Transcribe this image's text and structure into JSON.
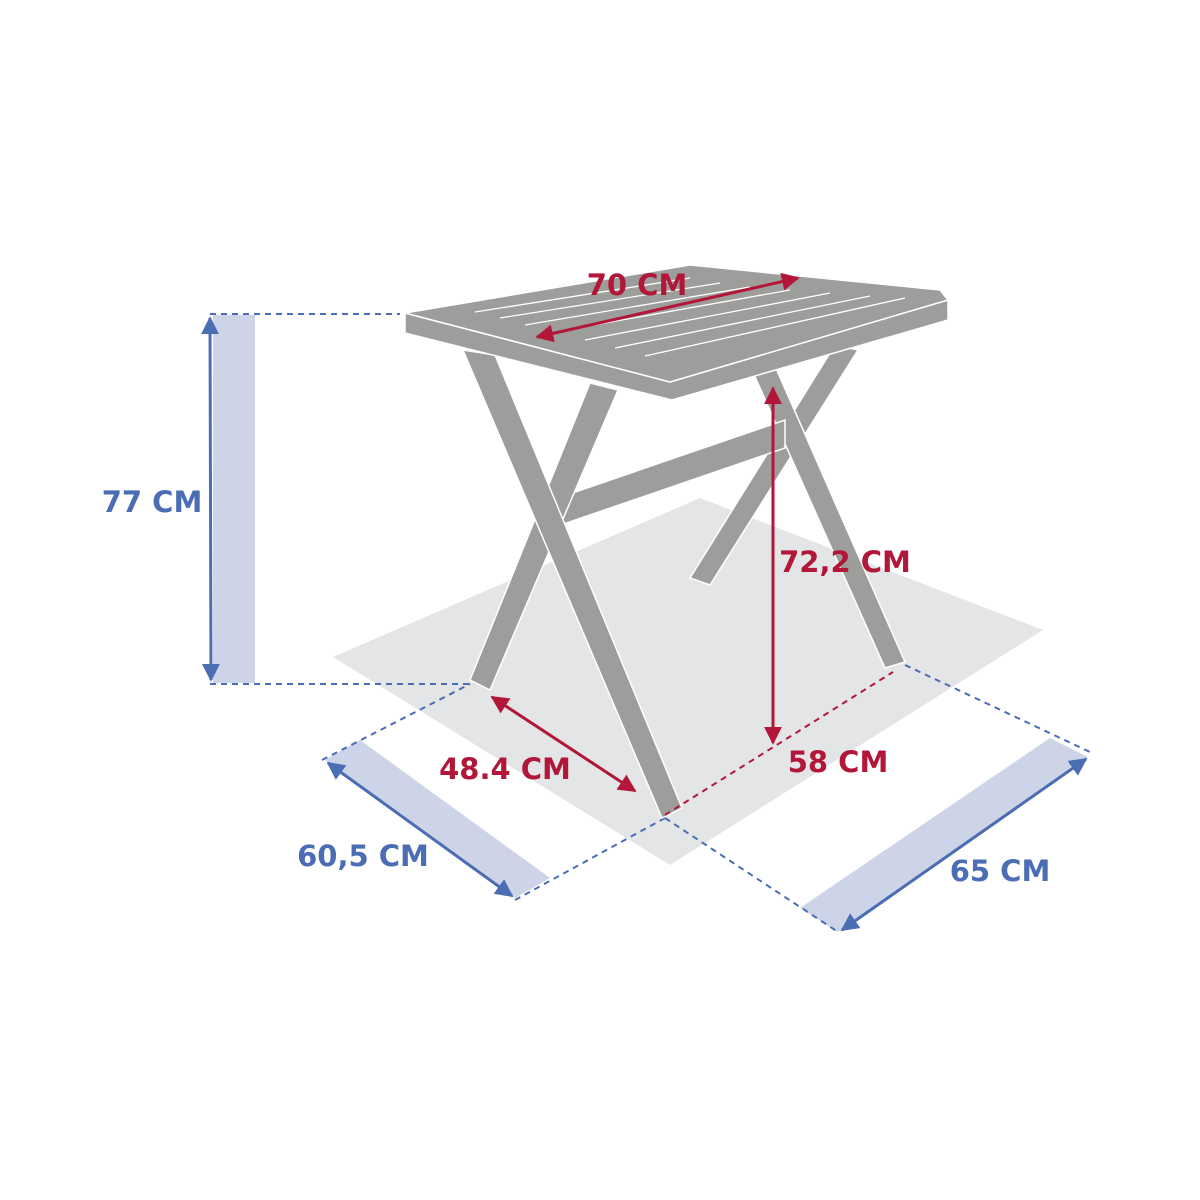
{
  "dimensions": {
    "height_total": "77 CM",
    "top_width": "70 CM",
    "height_under_top": "72,2 CM",
    "leg_span_front": "48.4 CM",
    "leg_span_side": "58 CM",
    "footprint_depth": "60,5 CM",
    "footprint_width": "65 CM"
  },
  "colors": {
    "blue": "#4a6db3",
    "red": "#b2173a",
    "band": "#cdd4e7",
    "table": "#9d9d9b",
    "floor": "#e4e5e7"
  }
}
